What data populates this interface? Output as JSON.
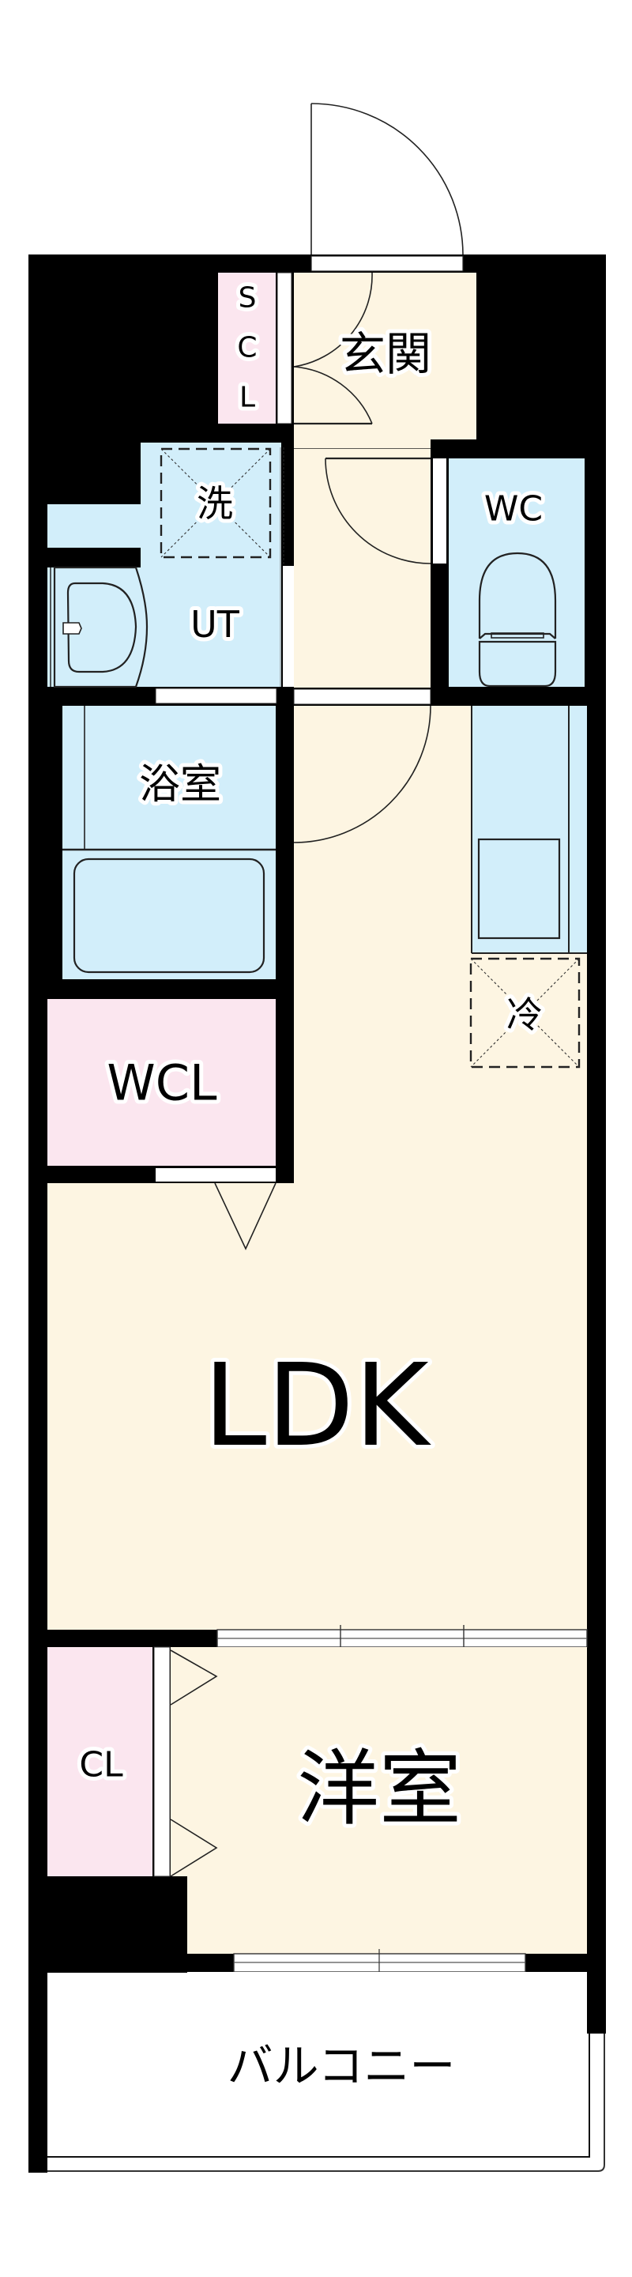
{
  "floorplan": {
    "colors": {
      "wall": "#000000",
      "floor_living": "#FDF5E2",
      "floor_wet": "#D2EEFA",
      "floor_storage": "#FBE6EF",
      "opening": "#FFFFFF",
      "outside": "#FFFFFF"
    },
    "rooms": {
      "genkan": {
        "label": "玄関"
      },
      "shoe_closet": {
        "label_letters": [
          "S",
          "C",
          "L"
        ]
      },
      "washer_space": {
        "label": "洗"
      },
      "utility": {
        "label": "UT"
      },
      "toilet": {
        "label": "WC"
      },
      "bathroom": {
        "label": "浴室"
      },
      "fridge_space": {
        "label": "冷"
      },
      "walk_in_closet": {
        "label": "WCL"
      },
      "ldk": {
        "label": "LDK"
      },
      "closet": {
        "label": "CL"
      },
      "western_room": {
        "label": "洋室"
      },
      "balcony": {
        "label": "バルコニー"
      }
    }
  }
}
